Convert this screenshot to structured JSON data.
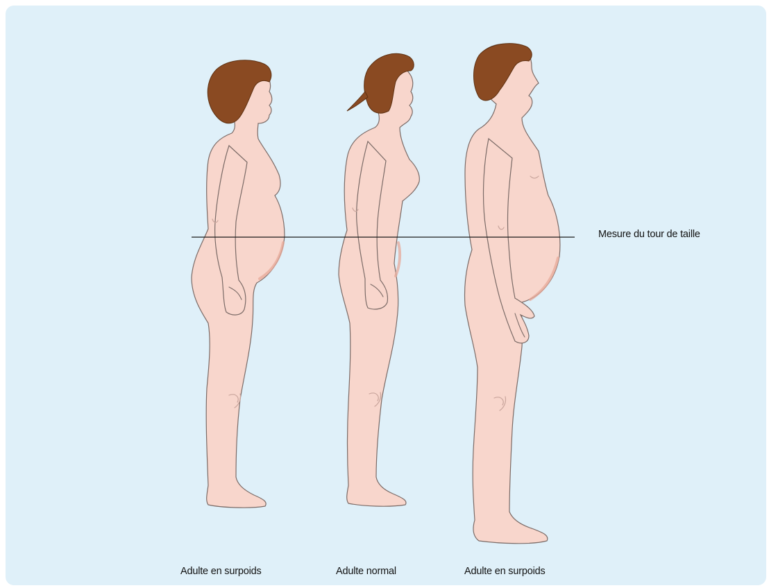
{
  "waist_label": "Mesure du tour de taille",
  "figures": [
    {
      "caption": "Adulte en surpoids"
    },
    {
      "caption": "Adulte normal"
    },
    {
      "caption": "Adulte en surpoids"
    }
  ],
  "colors": {
    "background": "#dff0f9",
    "skin": "#f8d6cc",
    "hair": "#8a4a22",
    "outline": "#7a6a66",
    "waist_line": "#1a1a1a"
  }
}
